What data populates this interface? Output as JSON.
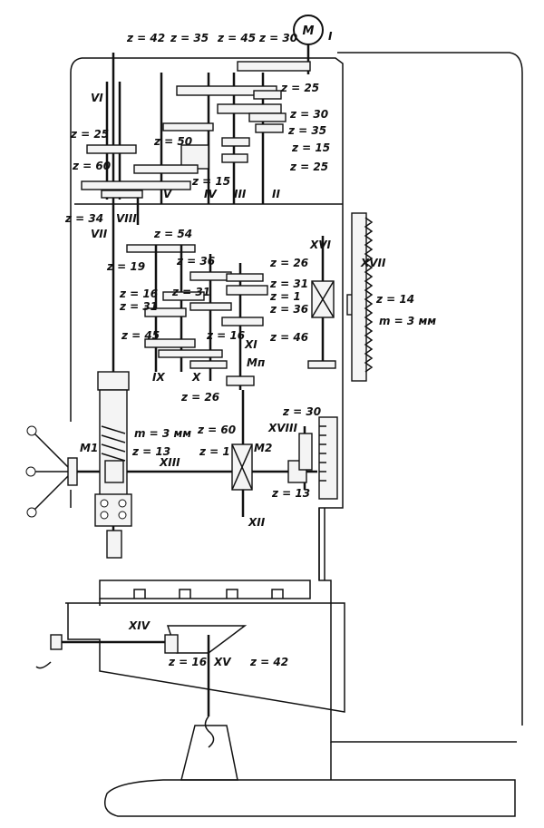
{
  "motor_label": "M",
  "labels": [
    {
      "key": "z42",
      "text": "z = 42"
    },
    {
      "key": "z35a",
      "text": "z = 35"
    },
    {
      "key": "z45a",
      "text": "z = 45"
    },
    {
      "key": "z30a",
      "text": "z = 30"
    },
    {
      "key": "shI",
      "text": "I"
    },
    {
      "key": "shVI",
      "text": "VI"
    },
    {
      "key": "z25a",
      "text": "z = 25"
    },
    {
      "key": "z25b",
      "text": "z = 25"
    },
    {
      "key": "z30b",
      "text": "z = 30"
    },
    {
      "key": "z50",
      "text": "z = 50"
    },
    {
      "key": "z35b",
      "text": "z = 35"
    },
    {
      "key": "z15a",
      "text": "z = 15"
    },
    {
      "key": "z25c",
      "text": "z = 25"
    },
    {
      "key": "z60a",
      "text": "z = 60"
    },
    {
      "key": "z15b",
      "text": "z = 15"
    },
    {
      "key": "shV",
      "text": "V"
    },
    {
      "key": "shIV",
      "text": "IV"
    },
    {
      "key": "shIII",
      "text": "III"
    },
    {
      "key": "shII",
      "text": "II"
    },
    {
      "key": "z34",
      "text": "z = 34"
    },
    {
      "key": "shVII",
      "text": "VII"
    },
    {
      "key": "shVIII",
      "text": "VIII"
    },
    {
      "key": "z54",
      "text": "z = 54"
    },
    {
      "key": "z19",
      "text": "z = 19"
    },
    {
      "key": "z36a",
      "text": "z = 36"
    },
    {
      "key": "z26a",
      "text": "z = 26"
    },
    {
      "key": "shXVI",
      "text": "XVI"
    },
    {
      "key": "shXVII",
      "text": "XVII"
    },
    {
      "key": "z16a",
      "text": "z = 16"
    },
    {
      "key": "z31a",
      "text": "z = 31"
    },
    {
      "key": "z31b",
      "text": "z = 31"
    },
    {
      "key": "z31c",
      "text": "z = 31"
    },
    {
      "key": "z1a",
      "text": "z = 1"
    },
    {
      "key": "z36b",
      "text": "z = 36"
    },
    {
      "key": "z14",
      "text": "z = 14"
    },
    {
      "key": "z46",
      "text": "z = 46"
    },
    {
      "key": "m3a",
      "text": "m = 3 мм"
    },
    {
      "key": "z45b",
      "text": "z = 45"
    },
    {
      "key": "z16b",
      "text": "z = 16"
    },
    {
      "key": "shXI",
      "text": "XI"
    },
    {
      "key": "shIX",
      "text": "IX"
    },
    {
      "key": "shX",
      "text": "X"
    },
    {
      "key": "Mn",
      "text": "Mп"
    },
    {
      "key": "z26b",
      "text": "z = 26"
    },
    {
      "key": "z30c",
      "text": "z = 30"
    },
    {
      "key": "z60b",
      "text": "z = 60"
    },
    {
      "key": "m3b",
      "text": "m = 3 мм"
    },
    {
      "key": "shXVIII",
      "text": "XVIII"
    },
    {
      "key": "M1",
      "text": "M1"
    },
    {
      "key": "z13a",
      "text": "z = 13"
    },
    {
      "key": "z1b",
      "text": "z = 1"
    },
    {
      "key": "M2",
      "text": "M2"
    },
    {
      "key": "shXIII",
      "text": "XIII"
    },
    {
      "key": "z13b",
      "text": "z = 13"
    },
    {
      "key": "shXII",
      "text": "XII"
    },
    {
      "key": "shXIV",
      "text": "XIV"
    },
    {
      "key": "z16c",
      "text": "z = 16"
    },
    {
      "key": "shXV",
      "text": "XV"
    },
    {
      "key": "z42b",
      "text": "z = 42"
    }
  ]
}
